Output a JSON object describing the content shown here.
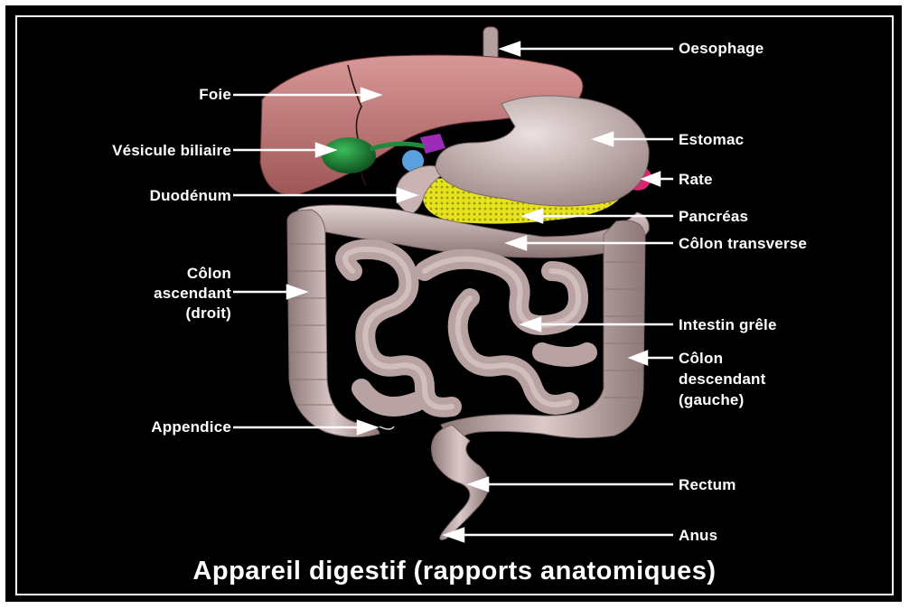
{
  "title": "Appareil digestif (rapports anatomiques)",
  "labels": {
    "oesophage": "Oesophage",
    "foie": "Foie",
    "estomac": "Estomac",
    "vesicule": "Vésicule biliaire",
    "rate": "Rate",
    "duodenum": "Duodénum",
    "pancreas": "Pancréas",
    "colon_transverse": "Côlon transverse",
    "colon_ascendant_1": "Côlon",
    "colon_ascendant_2": "ascendant",
    "colon_ascendant_3": "(droit)",
    "intestin_grele": "Intestin grêle",
    "colon_descendant_1": "Côlon",
    "colon_descendant_2": "descendant",
    "colon_descendant_3": "(gauche)",
    "appendice": "Appendice",
    "rectum": "Rectum",
    "anus": "Anus"
  },
  "colors": {
    "background": "#000000",
    "border": "#ffffff",
    "liver": "#c97f7f",
    "stomach": "#d9c6c6",
    "intestine": "#c9b3b3",
    "pancreas": "#e3e01c",
    "gallbladder": "#1f8a3a",
    "spleen": "#d8266e"
  }
}
